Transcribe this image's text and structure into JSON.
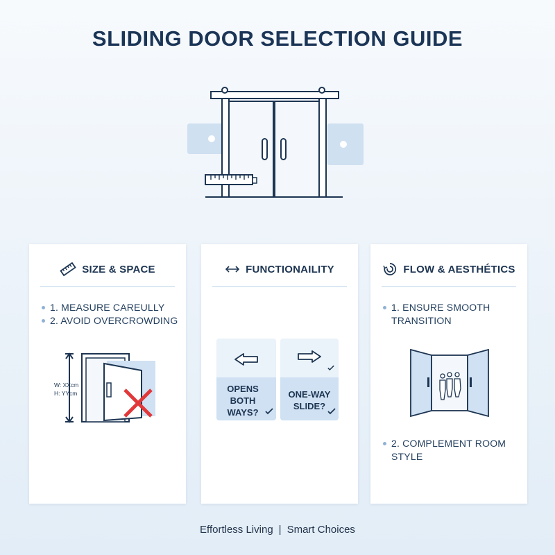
{
  "title": "SLIDING DOOR SELECTION GUIDE",
  "cards": {
    "size": {
      "heading": "SIZE & SPACE",
      "icon": "ruler-icon",
      "bullets": [
        "1. MEASURE CAREULLY",
        "2. AVOID OVERCROWDING"
      ],
      "dimension_w": "W: XXcm",
      "dimension_h": "H: YYcm"
    },
    "function": {
      "heading": "FUNCTIONAILITY",
      "icon": "double-arrow-icon",
      "option_left": "OPENS BOTH WAYS?",
      "option_right": "ONE-WAY SLIDE?"
    },
    "flow": {
      "heading": "FLOW & AESTHÉTICS",
      "icon": "swirl-icon",
      "bullet_1": "1. ENSURE SMOOTH TRANSITION",
      "bullet_2": "2. COMPLEMENT ROOM STYLE"
    }
  },
  "footer": {
    "left": "Effortless Living",
    "separator": "|",
    "right": "Smart Choices"
  },
  "colors": {
    "navy": "#1d3552",
    "light_blue": "#cfe1f2",
    "accent_red": "#e2383a"
  }
}
